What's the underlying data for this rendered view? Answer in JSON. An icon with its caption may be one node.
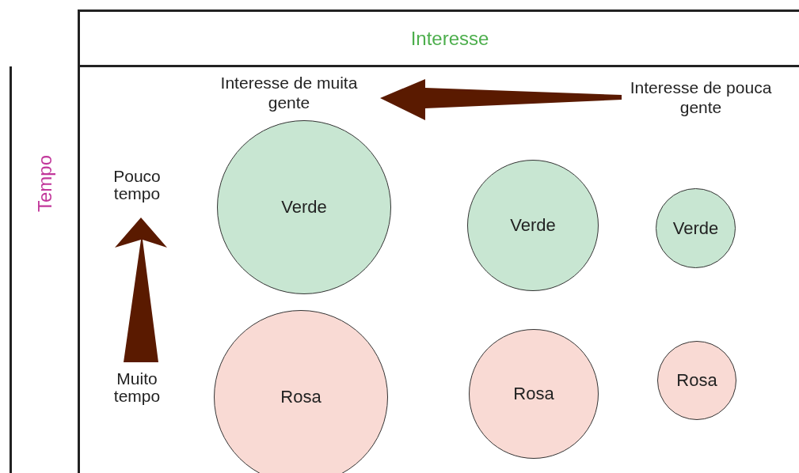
{
  "diagram": {
    "nodes": [
      {
        "text": [
          "Interesse"
        ]
      },
      {
        "text": [
          "Tempo"
        ]
      },
      {
        "text": [
          "Verde"
        ]
      },
      {
        "text": [
          "Verde"
        ]
      },
      {
        "text": [
          "Verde"
        ]
      },
      {
        "text": [
          "Rosa"
        ]
      },
      {
        "text": [
          "Rosa"
        ]
      },
      {
        "text": [
          "Rosa"
        ]
      }
    ],
    "labels": [
      "Interesse de muita gente",
      "Interesse de pouca gente",
      "Pouco tempo",
      "Muito tempo"
    ]
  }
}
